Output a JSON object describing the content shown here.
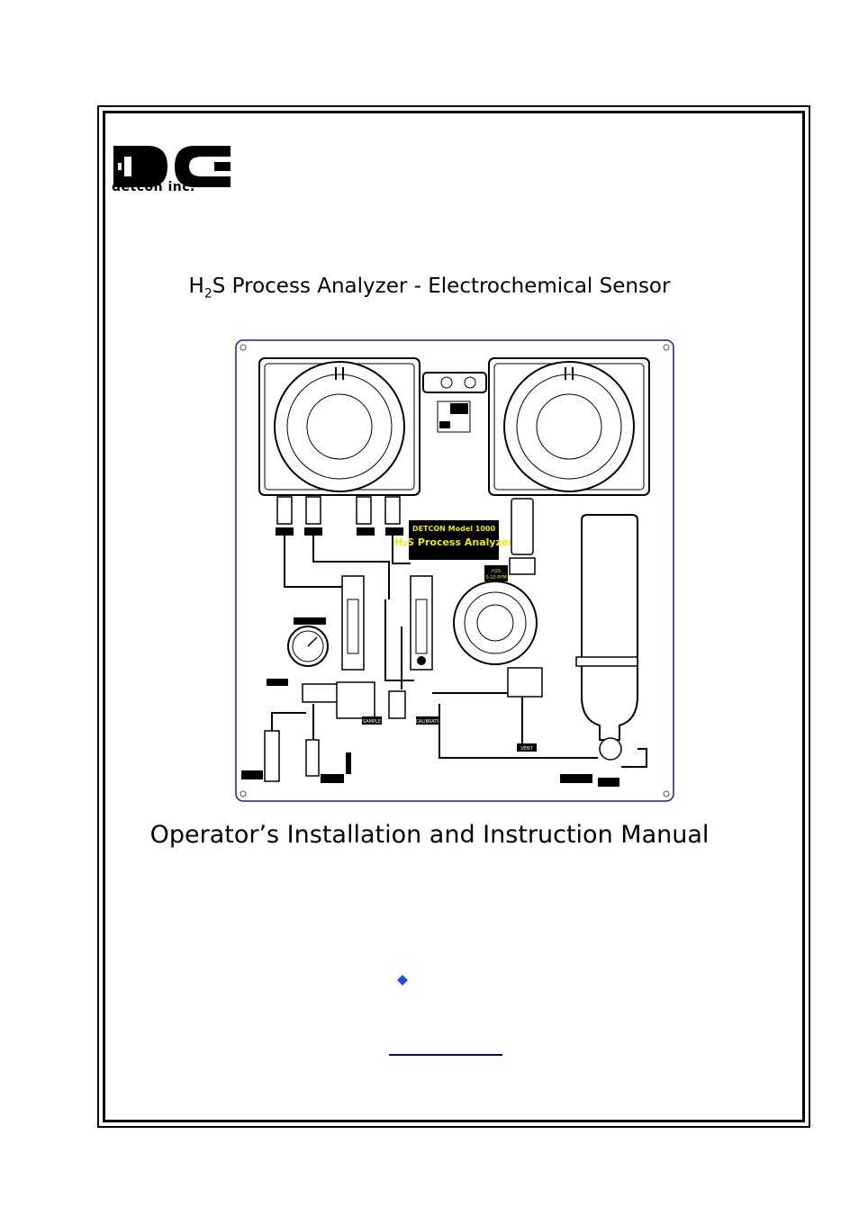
{
  "logo": {
    "name": "detcon-logo",
    "text": "detcon inc."
  },
  "title": {
    "prefix": "H",
    "subscript": "2",
    "suffix": "S Process Analyzer - Electrochemical Sensor"
  },
  "panel": {
    "badge_line1": "DETCON Model 1000",
    "badge_line2": "H₂S Process Analyzer",
    "sensor_tag_line1": "H2S",
    "sensor_tag_line2": "0-10 PPM",
    "label_sample": "SAMPLE",
    "label_calibrate": "CALIBRATE",
    "label_vent": "VENT"
  },
  "subtitle": "Operator’s Installation and Instruction Manual",
  "colors": {
    "frame": "#000000",
    "panel_outline": "#1a1aa8",
    "link": "#0000cc",
    "bullet": "#1f4fd6",
    "badge_text": "#f2e600"
  }
}
